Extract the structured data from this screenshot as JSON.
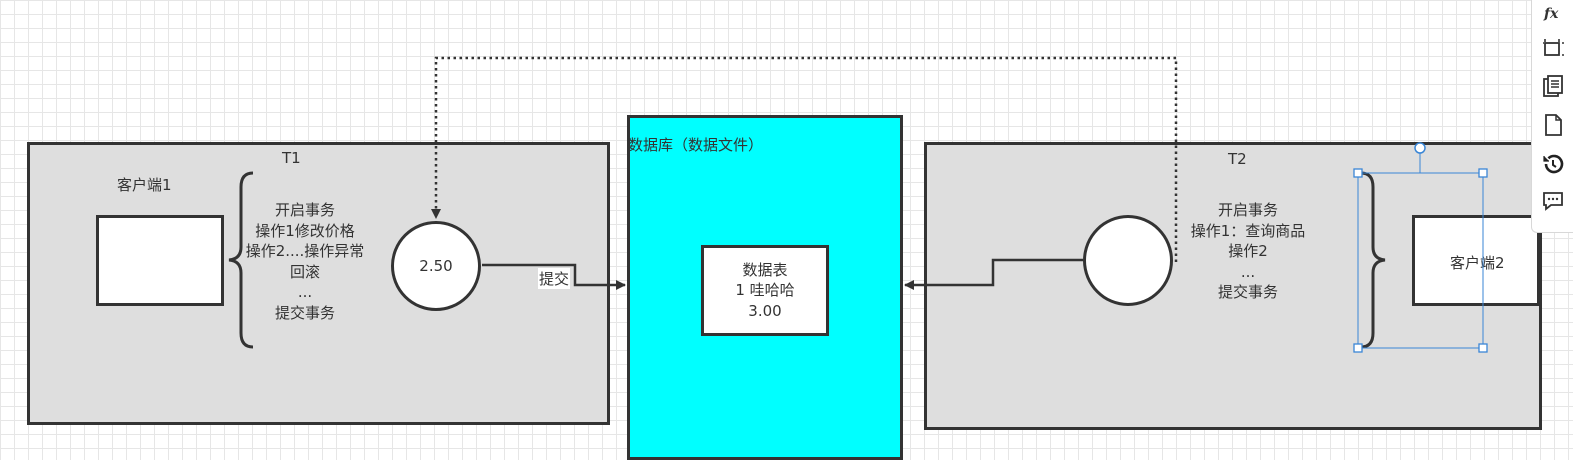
{
  "t1": {
    "title": "T1",
    "client_label": "客户端1",
    "steps": [
      "开启事务",
      "操作1修改价格",
      "操作2....操作异常",
      "回滚",
      "...",
      "提交事务"
    ],
    "value": "2.50",
    "commit_label": "提交"
  },
  "database": {
    "title": "数据库（数据文件）",
    "table_lines": [
      "数据表",
      "1 哇哈哈",
      "3.00"
    ]
  },
  "t2": {
    "title": "T2",
    "client_label": "客户端2",
    "steps": [
      "开启事务",
      "操作1：查询商品",
      "操作2",
      "...",
      "提交事务"
    ]
  },
  "toolbar": {
    "icons": [
      "function-icon",
      "resize-icon",
      "copy-pages-icon",
      "blank-page-icon",
      "history-icon",
      "comment-icon"
    ],
    "glyphs": [
      "fx",
      "⬚",
      "▤",
      "▯",
      "↺",
      "▭"
    ]
  },
  "colors": {
    "panel_bg": "#dedede",
    "database_bg": "#00ffff",
    "stroke": "#333333",
    "selection": "#3a86d6"
  }
}
